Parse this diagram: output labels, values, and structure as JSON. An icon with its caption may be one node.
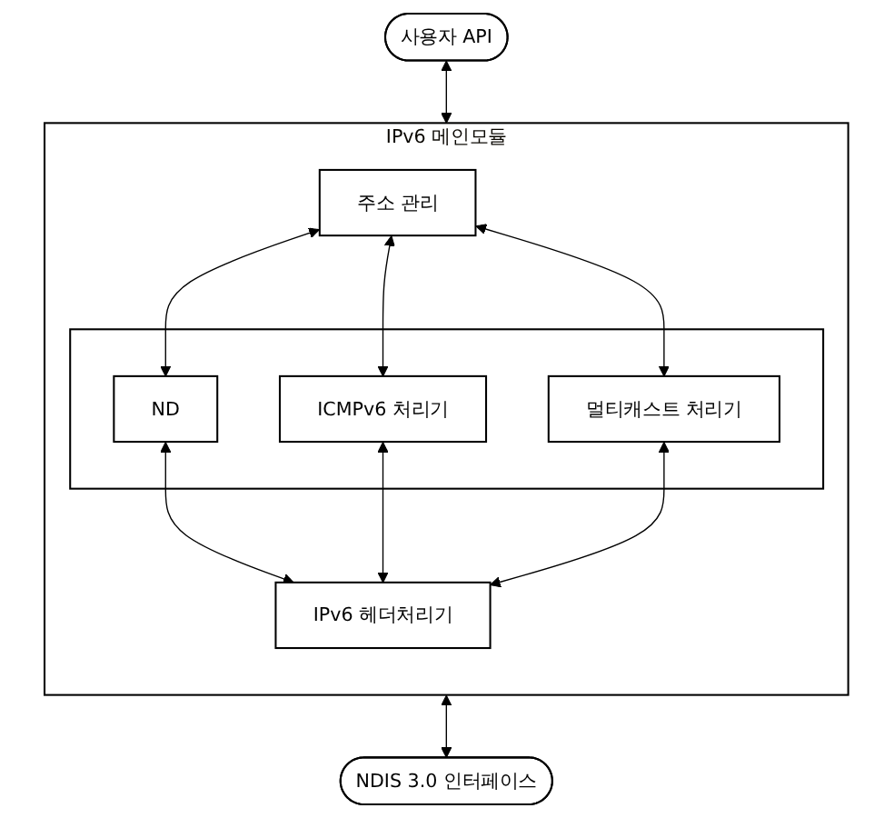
{
  "diagram": {
    "nodes": [
      {
        "text": [
          "사용자 API"
        ]
      },
      {
        "text": [
          "IPv6 메인모듈"
        ]
      },
      {
        "text": [
          "주소 관리"
        ],
        "in": 1
      },
      {
        "text": [],
        "shape": "box",
        "in": 1
      },
      {
        "text": [
          "ND"
        ],
        "in": 3
      },
      {
        "text": [
          "ICMPv6 처리기"
        ],
        "in": 3
      },
      {
        "text": [
          "멀티캐스트 처리기"
        ],
        "in": 3
      },
      {
        "text": [
          "IPv6 헤더처리기"
        ],
        "in": 1
      },
      {
        "text": [
          "NDIS 3.0 인터페이스"
        ]
      }
    ],
    "edges": [
      {
        "from": 0,
        "to": 1,
        "arrow": "both"
      },
      {
        "from": 2,
        "to": 4,
        "arrow": "both"
      },
      {
        "from": 2,
        "to": 5,
        "arrow": "both"
      },
      {
        "from": 2,
        "to": 6,
        "arrow": "both"
      },
      {
        "from": 4,
        "to": 7,
        "arrow": "both"
      },
      {
        "from": 5,
        "to": 7,
        "arrow": "both"
      },
      {
        "from": 6,
        "to": 7,
        "arrow": "both"
      },
      {
        "from": 1,
        "to": 8,
        "arrow": "both"
      }
    ]
  }
}
